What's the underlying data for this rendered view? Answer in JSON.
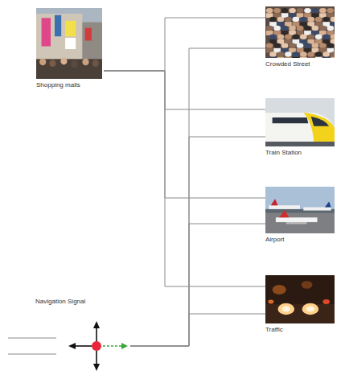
{
  "diagram": {
    "nodes": [
      {
        "text": [
          "Shopping malls"
        ]
      },
      {
        "text": [
          "Crowded Street"
        ]
      },
      {
        "text": [
          "Train Station"
        ]
      },
      {
        "text": [
          "Airport"
        ]
      },
      {
        "text": [
          "Traffic"
        ]
      },
      {
        "text": [
          "Navigation Signal"
        ]
      }
    ],
    "edges": [
      {
        "from": 0,
        "to": 1,
        "arrow": "none"
      },
      {
        "from": 0,
        "to": 2,
        "arrow": "none"
      },
      {
        "from": 0,
        "to": 3,
        "arrow": "none"
      },
      {
        "from": 0,
        "to": 4,
        "arrow": "none"
      },
      {
        "from": 5,
        "to": 1,
        "arrow": "none"
      },
      {
        "from": 5,
        "to": 2,
        "arrow": "none"
      },
      {
        "from": 5,
        "to": 3,
        "arrow": "none"
      },
      {
        "from": 5,
        "to": 4,
        "arrow": "none"
      }
    ]
  }
}
